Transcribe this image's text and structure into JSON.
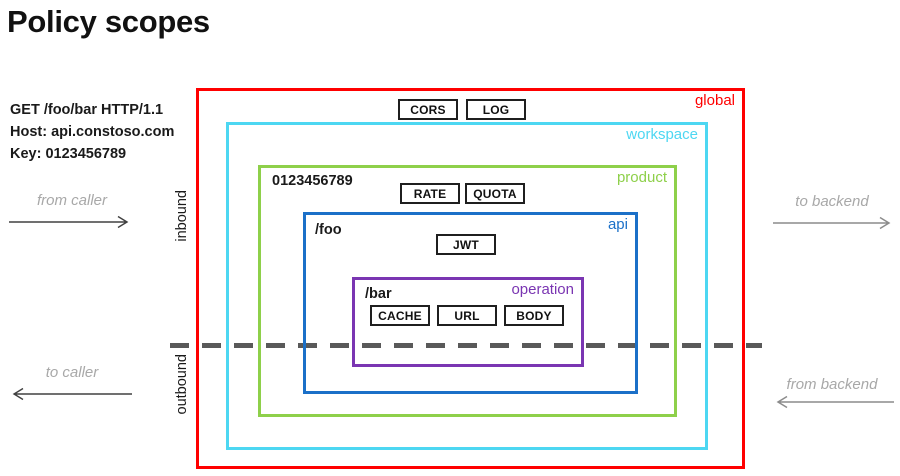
{
  "title": "Policy scopes",
  "request": {
    "lines": [
      "GET /foo/bar HTTP/1.1",
      "Host: api.constoso.com",
      "Key: 0123456789"
    ]
  },
  "flow": {
    "inbound": "inbound",
    "outbound": "outbound",
    "from_caller": "from caller",
    "to_caller": "to caller",
    "to_backend": "to backend",
    "from_backend": "from backend"
  },
  "scopes": [
    {
      "id": "global",
      "label": "global",
      "color": "#ff0000",
      "policies": [
        "CORS",
        "LOG"
      ]
    },
    {
      "id": "workspace",
      "label": "workspace",
      "color": "#4dd7f2",
      "policies": []
    },
    {
      "id": "product",
      "label": "product",
      "color": "#8ed04a",
      "context": "0123456789",
      "policies": [
        "RATE",
        "QUOTA"
      ]
    },
    {
      "id": "api",
      "label": "api",
      "color": "#1b70c8",
      "context": "/foo",
      "policies": [
        "JWT"
      ]
    },
    {
      "id": "operation",
      "label": "operation",
      "color": "#7a35b2",
      "context": "/bar",
      "policies": [
        "CACHE",
        "URL",
        "BODY"
      ]
    }
  ],
  "colors": {
    "dashed_line": "#595959",
    "muted_text": "#a8a8a8",
    "arrow_dark": "#404040",
    "arrow_gray": "#8c8c8c",
    "chip_border": "#1f1f1f"
  }
}
